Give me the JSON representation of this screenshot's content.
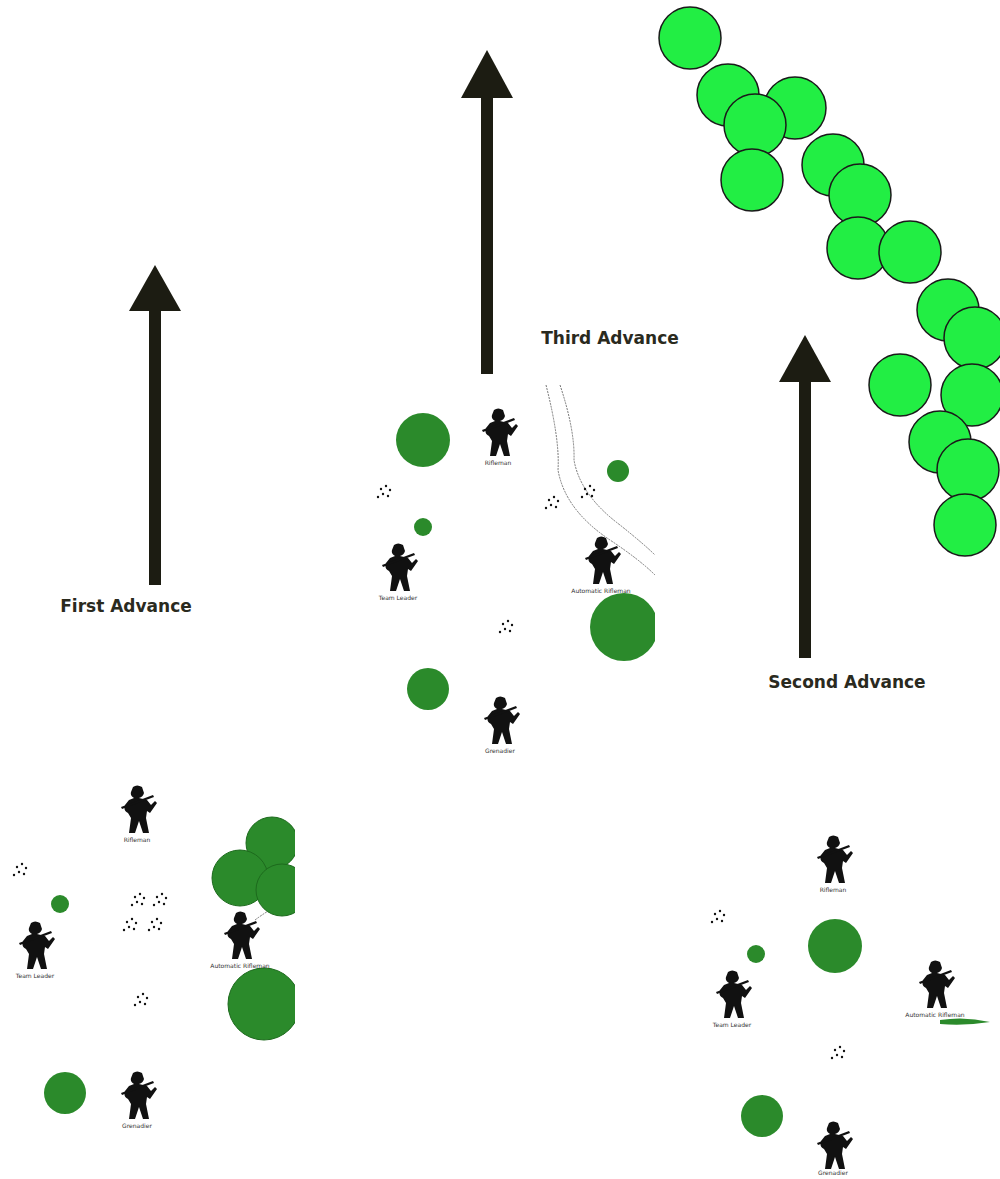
{
  "diagram": {
    "labels": [
      "Third Advance",
      "First Advance",
      "Second Advance",
      "Rifleman",
      "Team Leader",
      "Automatic Rifleman",
      "Grenadier",
      "Rifleman",
      "Team Leader",
      "Automatic Rifleman",
      "Grenadier",
      "Rifleman",
      "Team Leader",
      "Automatic Rifleman",
      "Grenadier"
    ]
  }
}
